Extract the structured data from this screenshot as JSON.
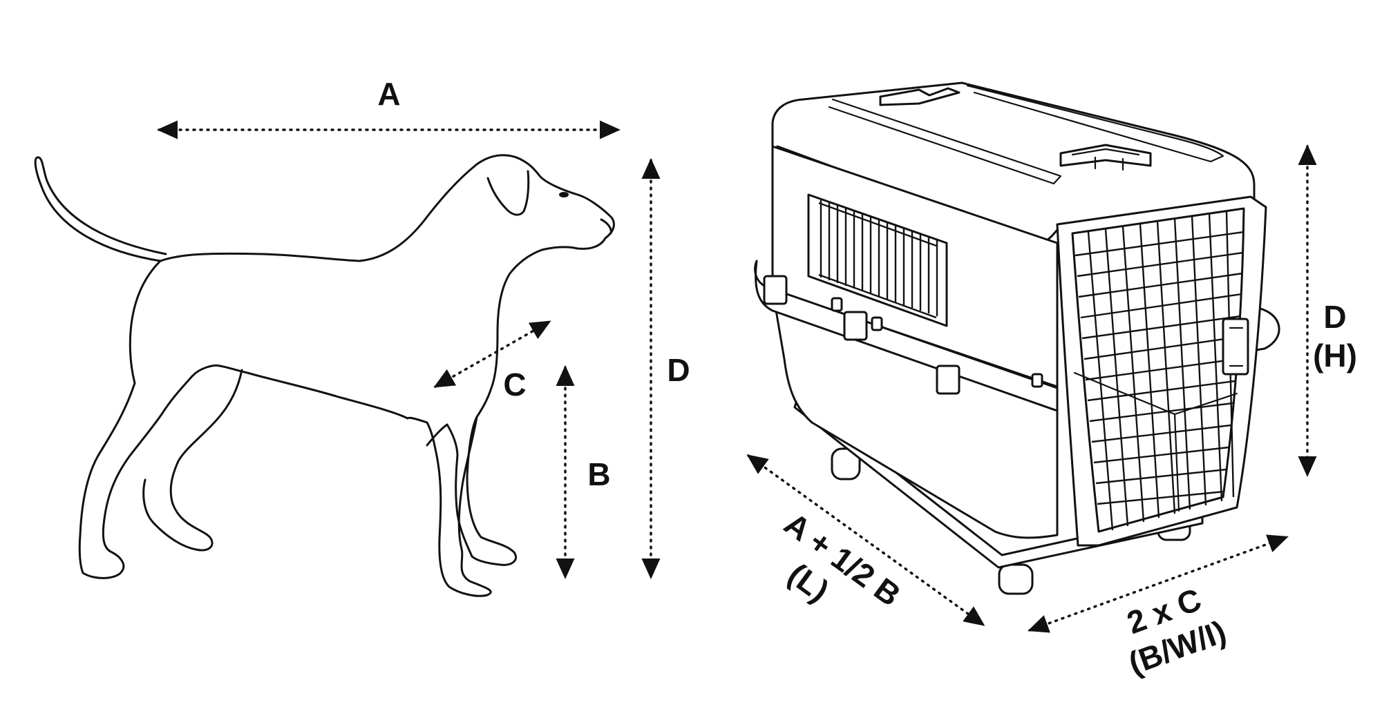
{
  "labels": {
    "dog_length": "A",
    "dog_leg_height": "B",
    "dog_chest_width": "C",
    "dog_total_height": "D",
    "crate_height_main": "D",
    "crate_height_sub": "(H)",
    "crate_length_main": "A + 1/2 B",
    "crate_length_sub": "(L)",
    "crate_width_main": "2 x C",
    "crate_width_sub": "(B/W/I)"
  }
}
